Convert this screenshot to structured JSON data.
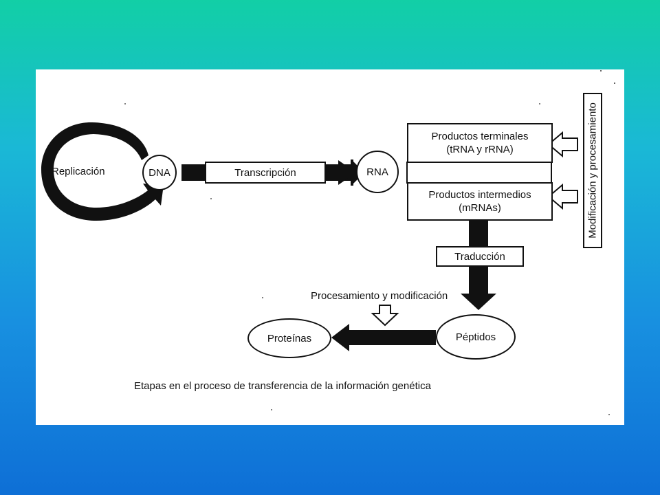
{
  "diagram": {
    "replication": "Replicación",
    "dna": "DNA",
    "transcription": "Transcripción",
    "rna": "RNA",
    "terminal_products": {
      "line1": "Productos terminales",
      "line2": "(tRNA y rRNA)"
    },
    "intermediate_products": {
      "line1": "Productos intermedios",
      "line2": "(mRNAs)"
    },
    "modification_processing": "Modificación y procesamiento",
    "translation": "Traducción",
    "processing_modification": "Procesamiento y modificación",
    "peptides": "Péptidos",
    "proteins": "Proteínas",
    "caption": "Etapas en el proceso de transferencia de la información genética"
  },
  "colors": {
    "background_top": "#12cfa6",
    "background_bottom": "#0e6fd6",
    "panel": "#ffffff",
    "ink": "#111111"
  }
}
